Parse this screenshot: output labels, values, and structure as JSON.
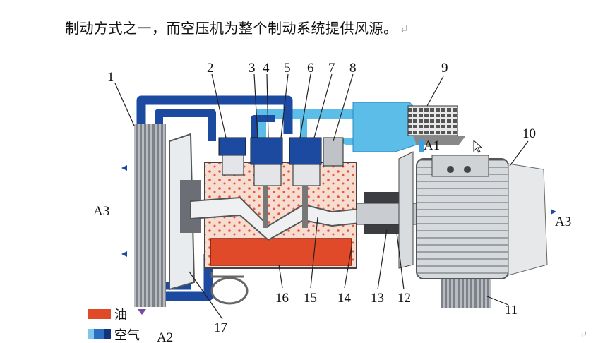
{
  "caption": {
    "text": "制动方式之一，而空压机为整个制动系统提供风源。",
    "return_mark": "↵"
  },
  "figure": {
    "callouts": {
      "n1": "1",
      "n2": "2",
      "n3": "3",
      "n4": "4",
      "n5": "5",
      "n6": "6",
      "n7": "7",
      "n8": "8",
      "n9": "9",
      "n10": "10",
      "n11": "11",
      "n12": "12",
      "n13": "13",
      "n14": "14",
      "n15": "15",
      "n16": "16",
      "n17": "17"
    },
    "flow_labels": {
      "a1": "A1",
      "a2": "A2",
      "a3_left": "A3",
      "a3_right": "A3"
    },
    "legend": {
      "oil": "油",
      "air": "空气"
    }
  },
  "corner_mark": "↵",
  "colors": {
    "pipe": "#1c4aa0",
    "air": "#5bbde8",
    "oil": "#e04a28",
    "metal": "#c9ccd0"
  }
}
